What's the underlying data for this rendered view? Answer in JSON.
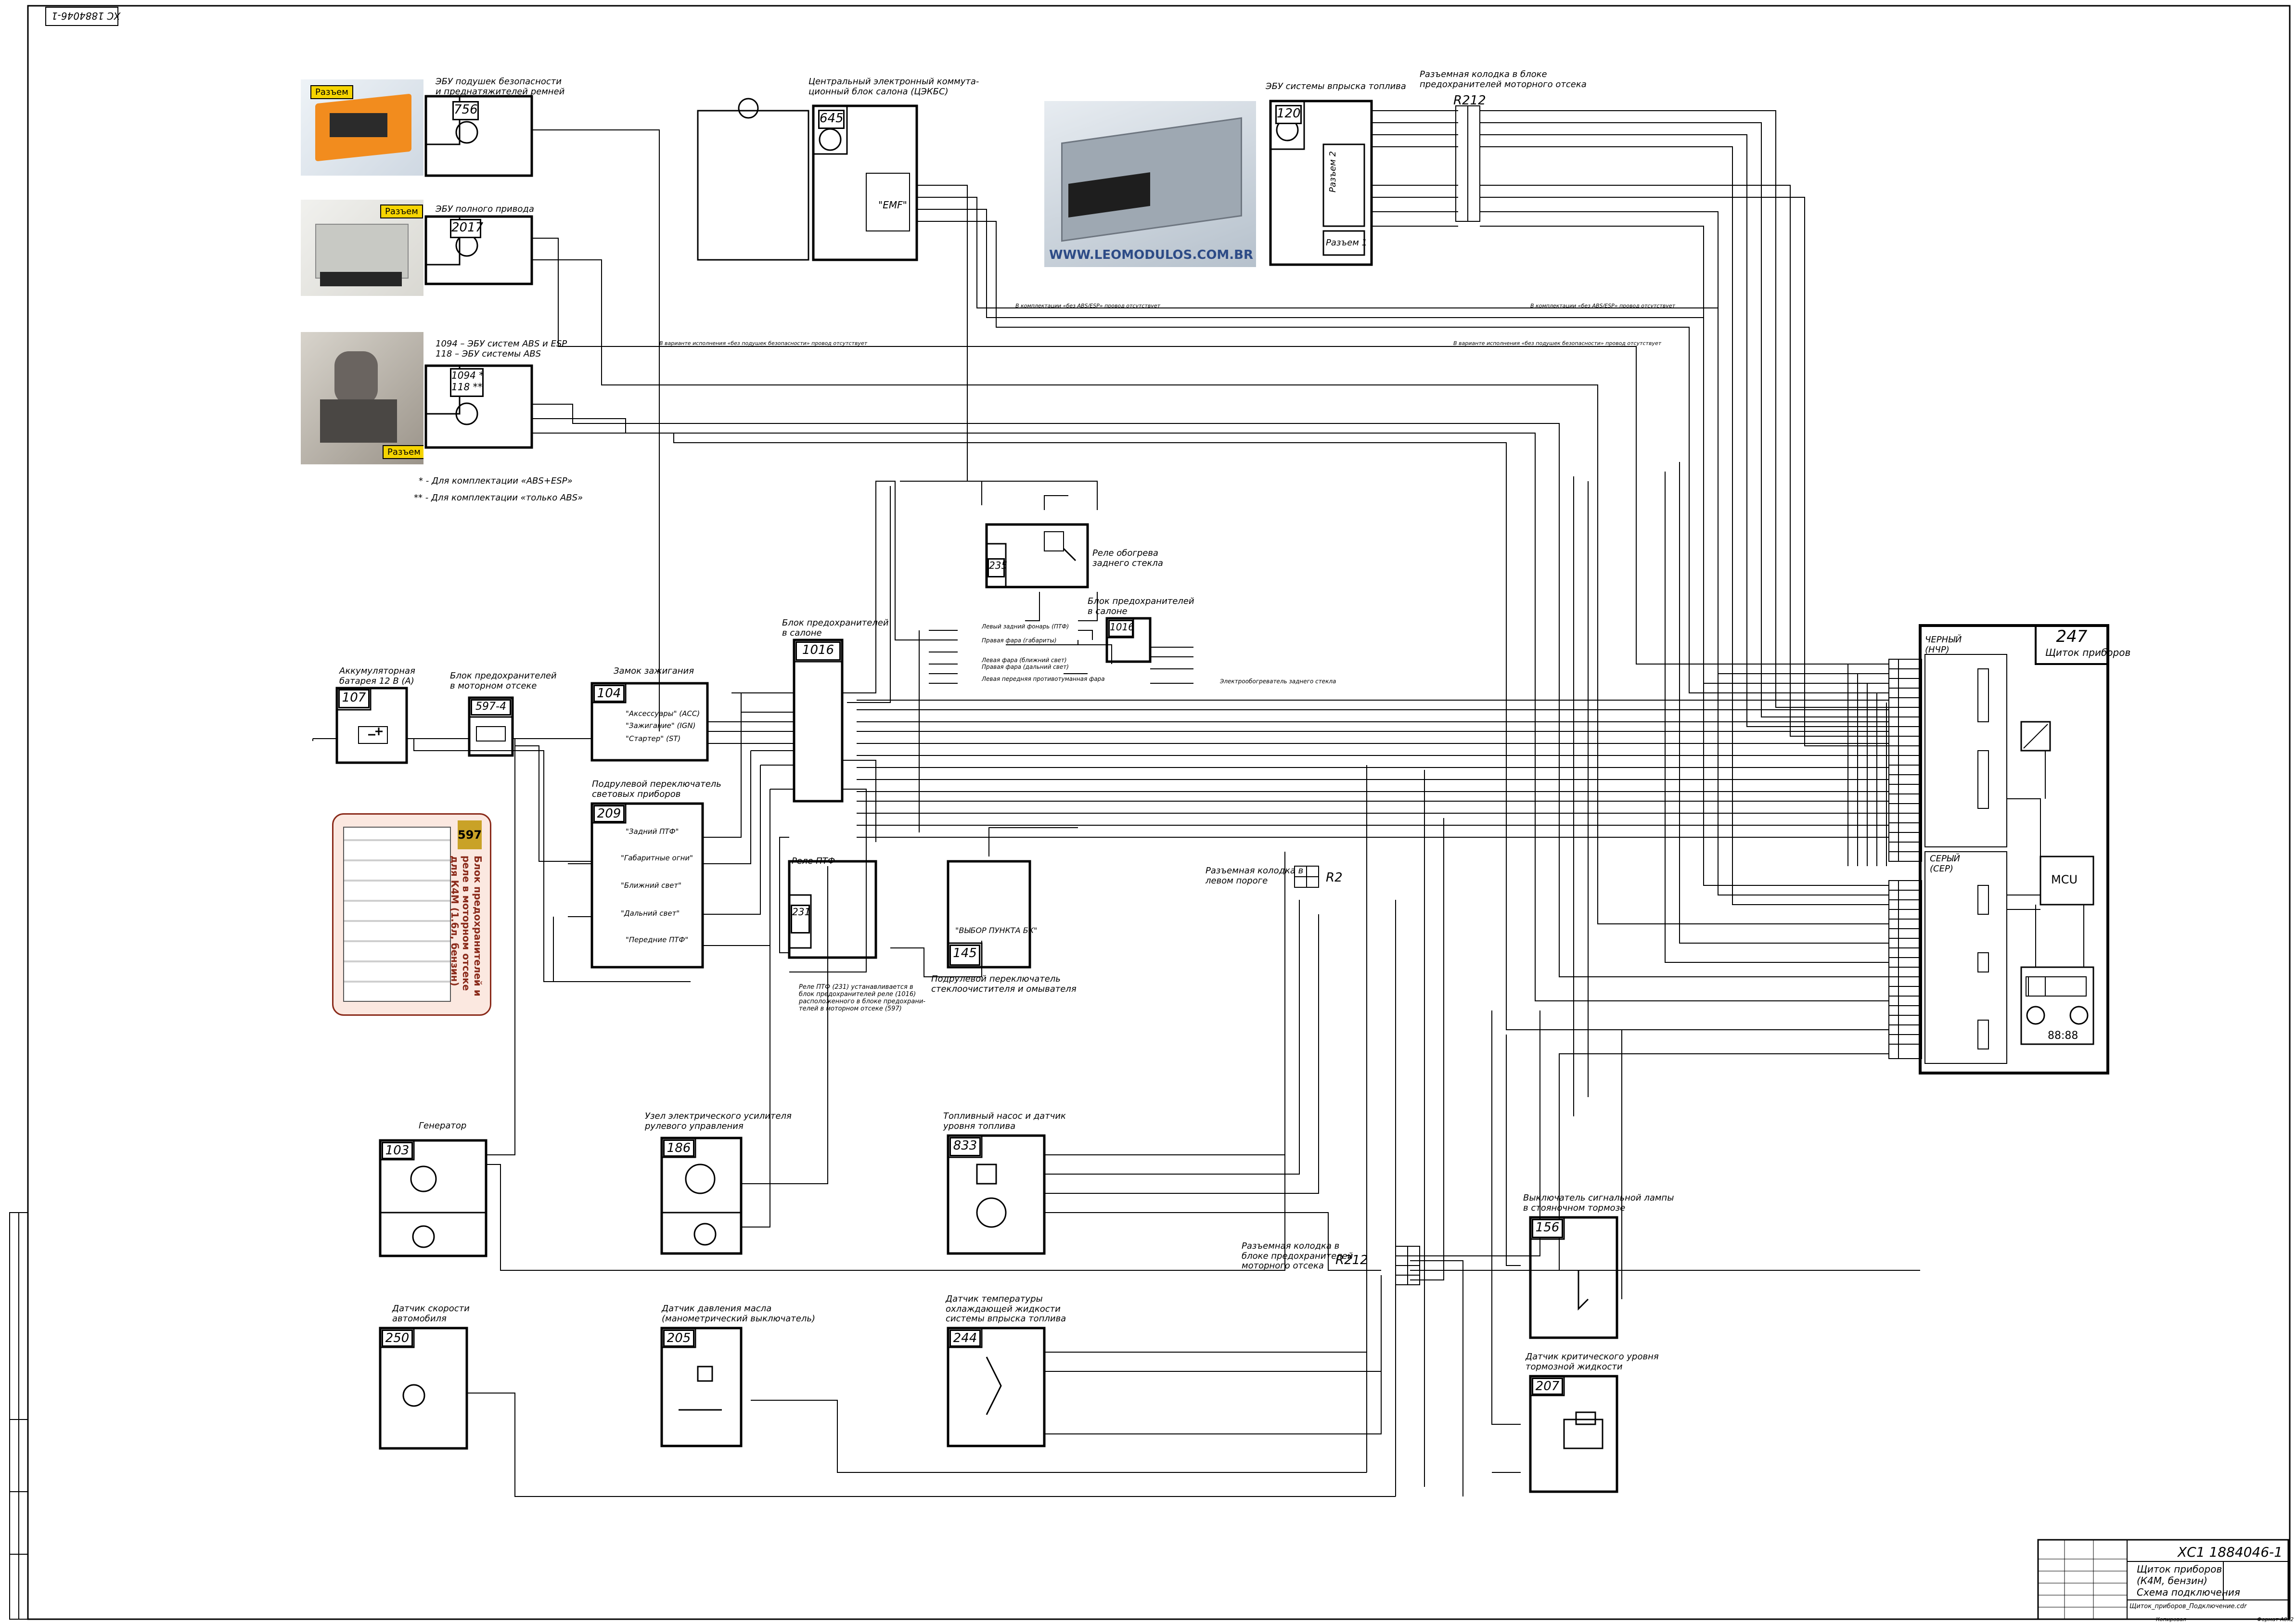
{
  "sheet": {
    "corner_code": "ХС 1884046-1",
    "title_code": "ХС1 1884046-1",
    "title_line1": "Щиток приборов",
    "title_line2": "(К4М, бензин)",
    "title_line3": "Схема подключения",
    "title_sub": "Щиток_приборов_Подключение.cdr",
    "footer_left": "Копировал",
    "footer_right": "Формат А0х2"
  },
  "components": {
    "airbag": {
      "label": "ЭБУ подушек безопасности\nи преднатяжителей ремней",
      "num": "756",
      "photo_tag": "Разъем"
    },
    "awd": {
      "label": "ЭБУ полного привода",
      "num": "2017",
      "photo_tag": "Разъем"
    },
    "abs": {
      "label": "1094 – ЭБУ систем ABS и ESP\n118 – ЭБУ системы ABS",
      "num": "1094 *\n118 **",
      "photo_tag": "Разъем"
    },
    "abs_note1": "* - Для комплектации «ABS+ESP»",
    "abs_note2": "** - Для комплектации «только ABS»",
    "uch": {
      "label": "Центральный электронный коммута-\nционный блок салона (ЦЭКБС)",
      "num": "645",
      "inner": "\"EMF\""
    },
    "ecu": {
      "label": "ЭБУ системы впрыска топлива",
      "num": "120",
      "conn2": "Разъем 2",
      "conn1": "Разъем 1",
      "watermark": "WWW.LEOMODULOS.COM.BR"
    },
    "r212_top": {
      "label": "Разъемная колодка в блоке\nпредохранителей моторного отсека",
      "num": "R212"
    },
    "rear_heat_relay": {
      "label": "Реле обогрева\nзаднего стекла",
      "num": "235"
    },
    "fuse_cabin_small": {
      "label": "Блок предохранителей\nв салоне",
      "num": "1016"
    },
    "battery": {
      "label": "Аккумуляторная\nбатарея 12 В (A)",
      "num": "107"
    },
    "fuse_engine": {
      "label": "Блок предохранителей\nв моторном отсеке",
      "num": "597-4"
    },
    "ignition": {
      "label": "Замок зажигания",
      "num": "104",
      "pos1": "\"Аксессуары\" (ACC)",
      "pos2": "\"Зажигание\" (IGN)",
      "pos3": "\"Стартер\" (ST)"
    },
    "fuse_cabin": {
      "label": "Блок предохранителей\nв салоне",
      "num": "1016"
    },
    "light_switch": {
      "label": "Подрулевой переключатель\nсветовых приборов",
      "num": "209",
      "pos1": "\"Задний ПТФ\"",
      "pos2": "\"Габаритные огни\"",
      "pos3": "\"Ближний свет\"",
      "pos4": "\"Дальний свет\"",
      "pos5": "\"Передние ПТФ\""
    },
    "ptf_relay": {
      "label": "Реле ПТФ",
      "num": "231",
      "note": "Реле ПТФ (231) устанавливается в\nблок предохранителей реле (1016)\nрасположенного в блоке предохрани-\nтелей в моторном отсеке (597)"
    },
    "wiper_switch": {
      "label": "Подрулевой переключатель\nстеклоочистителя и омывателя",
      "num": "145",
      "inner": "\"ВЫБОР ПУНКТА БК\""
    },
    "r2_left": {
      "label": "Разъемная колодка в\nлевом пороге",
      "num": "R2"
    },
    "generator": {
      "label": "Генератор",
      "num": "103"
    },
    "eps": {
      "label": "Узел электрического усилителя\nрулевого управления",
      "num": "186"
    },
    "fuel_pump": {
      "label": "Топливный насос и датчик\nуровня топлива",
      "num": "833"
    },
    "r212_bottom": {
      "label": "Разъемная колодка в\nблоке предохранителей\nмоторного отсека",
      "num": "R212"
    },
    "speed_sensor": {
      "label": "Датчик скорости\nавтомобиля",
      "num": "250"
    },
    "oil_sensor": {
      "label": "Датчик давления масла\n(манометрический выключатель)",
      "num": "205"
    },
    "coolant_sensor": {
      "label": "Датчик температуры\nохлаждающей жидкости\nсистемы впрыска топлива",
      "num": "244"
    },
    "stop_switch": {
      "label": "Выключатель сигнальной лампы\nв стояночном тормозе",
      "num": "156"
    },
    "brake_fluid": {
      "label": "Датчик критического уровня\nтормозной жидкости",
      "num": "207"
    },
    "cluster": {
      "num": "247",
      "title": "Щиток приборов",
      "black_conn": "ЧЕРНЫЙ\n(НЧР)",
      "gray_conn": "СЕРЫЙ\n(СЕР)",
      "mcu": "MCU",
      "lcd": "88:88"
    },
    "fuse_panel_photo": {
      "label": "Блок предохранителей и\nреле в моторном отсеке\nдля К4М (1.6л, бензин)",
      "num": "597"
    }
  },
  "notes": {
    "diag_note1": "В комплектации «без ABS/ESP» провод отсутствует",
    "diag_note2": "В варианте исполнения «без подушек безопасности» провод отсутствует",
    "lamp_left": "Левый задний фонарь (ПТФ)",
    "lamp_list1": "Правая фара (габариты)",
    "lamp_list2": "Левая фара (ближний свет)",
    "lamp_list3": "Правая фара (дальний свет)",
    "lamp_list4": "Левая передняя противотуманная фара",
    "heater_note": "Электрообогреватель заднего стекла"
  }
}
